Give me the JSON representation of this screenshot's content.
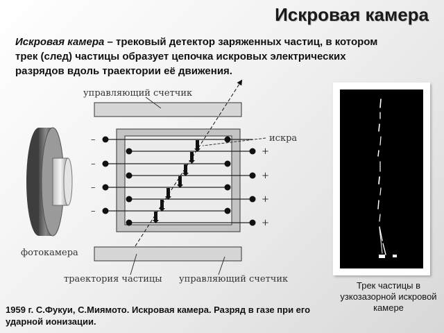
{
  "title": "Искровая камера",
  "intro": {
    "term": "Искровая камера",
    "text": " – трековый детектор заряженных частиц, в котором трек (след) частицы образует цепочка искровых электрических разрядов вдоль траектории её движения."
  },
  "diagram": {
    "label_top_counter": "управляющий счетчик",
    "label_spark": "искра",
    "label_camera": "фотокамера",
    "label_trajectory": "траектория частицы",
    "label_bottom_counter": "управляющий счетчик",
    "minus_sign": "–",
    "plus_sign": "+"
  },
  "photo_caption": "Трек частицы в узкозазорной искровой камере",
  "bottom_text": "1959 г.  С.Фукуи, С.Миямото. Искровая камера. Разряд в газе при его ударной ионизации."
}
